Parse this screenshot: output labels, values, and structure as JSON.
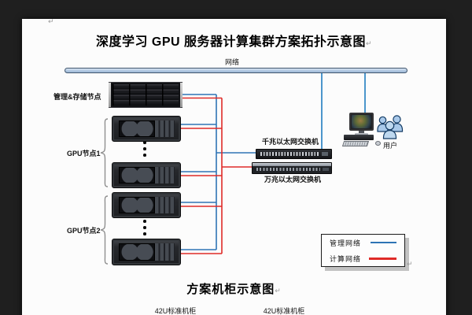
{
  "document": {
    "top_paragraph_mark": "↵",
    "title": "深度学习 GPU 服务器计算集群方案拓扑示意图",
    "title_paragraph_mark": "↵"
  },
  "topology": {
    "network_bar_label": "网络",
    "storage_node_label": "管理&存储节点",
    "gpu_group_1_label": "GPU节点1",
    "gpu_group_2_label": "GPU节点2",
    "gigabit_switch_label": "千兆以太网交换机",
    "ten_gig_switch_label": "万兆以太网交换机",
    "users_label": "用户",
    "legend": {
      "management_label": "管理网络",
      "compute_label": "计算网络",
      "paragraph_mark": "↵"
    }
  },
  "cabinet_section": {
    "heading": "方案机柜示意图",
    "heading_paragraph_mark": "↵",
    "left_cabinet_label": "42U标准机柜",
    "right_cabinet_label": "42U标准机柜"
  },
  "colors": {
    "management_network": "#2e74b5",
    "compute_network": "#df2b28",
    "uplink_line": "#4c96cc",
    "network_bar_fill": "#b7cce4",
    "page_background": "#fcfcfc",
    "app_background": "#1f1f1f"
  }
}
